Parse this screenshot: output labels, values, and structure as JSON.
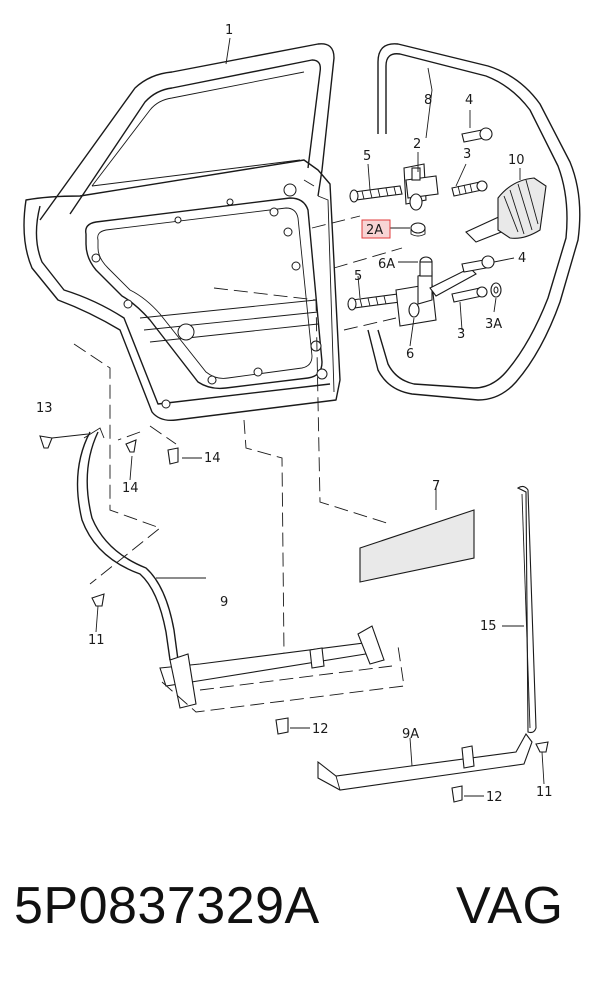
{
  "caption": {
    "part_number": "5P0837329A",
    "brand": "VAG"
  },
  "highlight_color": "#e03c3c",
  "callouts": {
    "c1": "1",
    "c2": "2",
    "c2A": "2A",
    "c3_upper": "3",
    "c3_lower": "3",
    "c3A": "3A",
    "c4_upper": "4",
    "c4_lower": "4",
    "c5_upper": "5",
    "c5_lower": "5",
    "c6": "6",
    "c6A": "6A",
    "c7": "7",
    "c8": "8",
    "c9": "9",
    "c9A": "9A",
    "c10": "10",
    "c11_left": "11",
    "c11_right": "11",
    "c12_left": "12",
    "c12_right": "12",
    "c13": "13",
    "c14_left": "14",
    "c14_right": "14",
    "c15": "15"
  }
}
